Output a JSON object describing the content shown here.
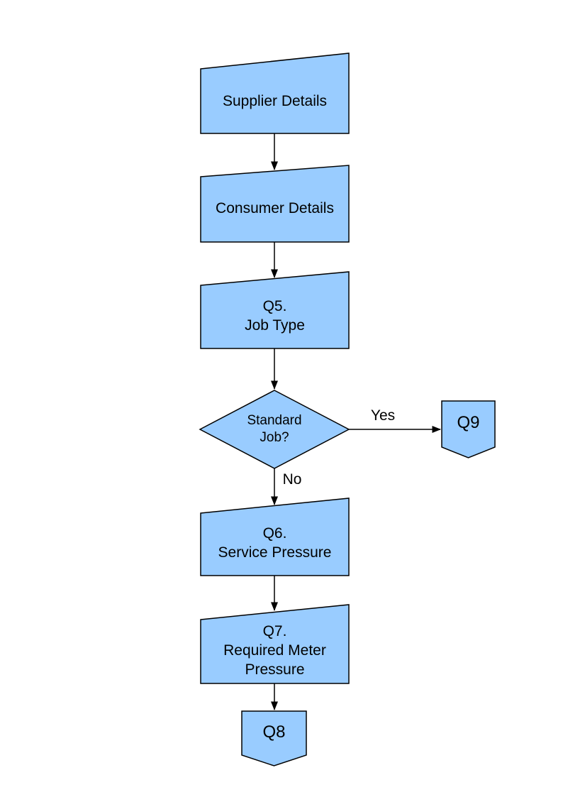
{
  "diagram": {
    "colors": {
      "node_fill": "#99CCFF",
      "node_border": "#000000",
      "connector": "#000000",
      "text": "#000000",
      "background": "#FFFFFF"
    },
    "nodes": {
      "supplier": {
        "type": "manual-input",
        "label": "Supplier Details"
      },
      "consumer": {
        "type": "manual-input",
        "label": "Consumer Details"
      },
      "q5": {
        "type": "manual-input",
        "lines": [
          "Q5.",
          "Job Type"
        ]
      },
      "standard_job": {
        "type": "decision",
        "lines": [
          "Standard",
          "Job?"
        ]
      },
      "q9": {
        "type": "off-page-connector",
        "label": "Q9"
      },
      "q6": {
        "type": "manual-input",
        "lines": [
          "Q6.",
          "Service Pressure"
        ]
      },
      "q7": {
        "type": "manual-input",
        "lines": [
          "Q7.",
          "Required Meter",
          "Pressure"
        ]
      },
      "q8": {
        "type": "off-page-connector",
        "label": "Q8"
      }
    },
    "edge_labels": {
      "yes": "Yes",
      "no": "No"
    }
  }
}
